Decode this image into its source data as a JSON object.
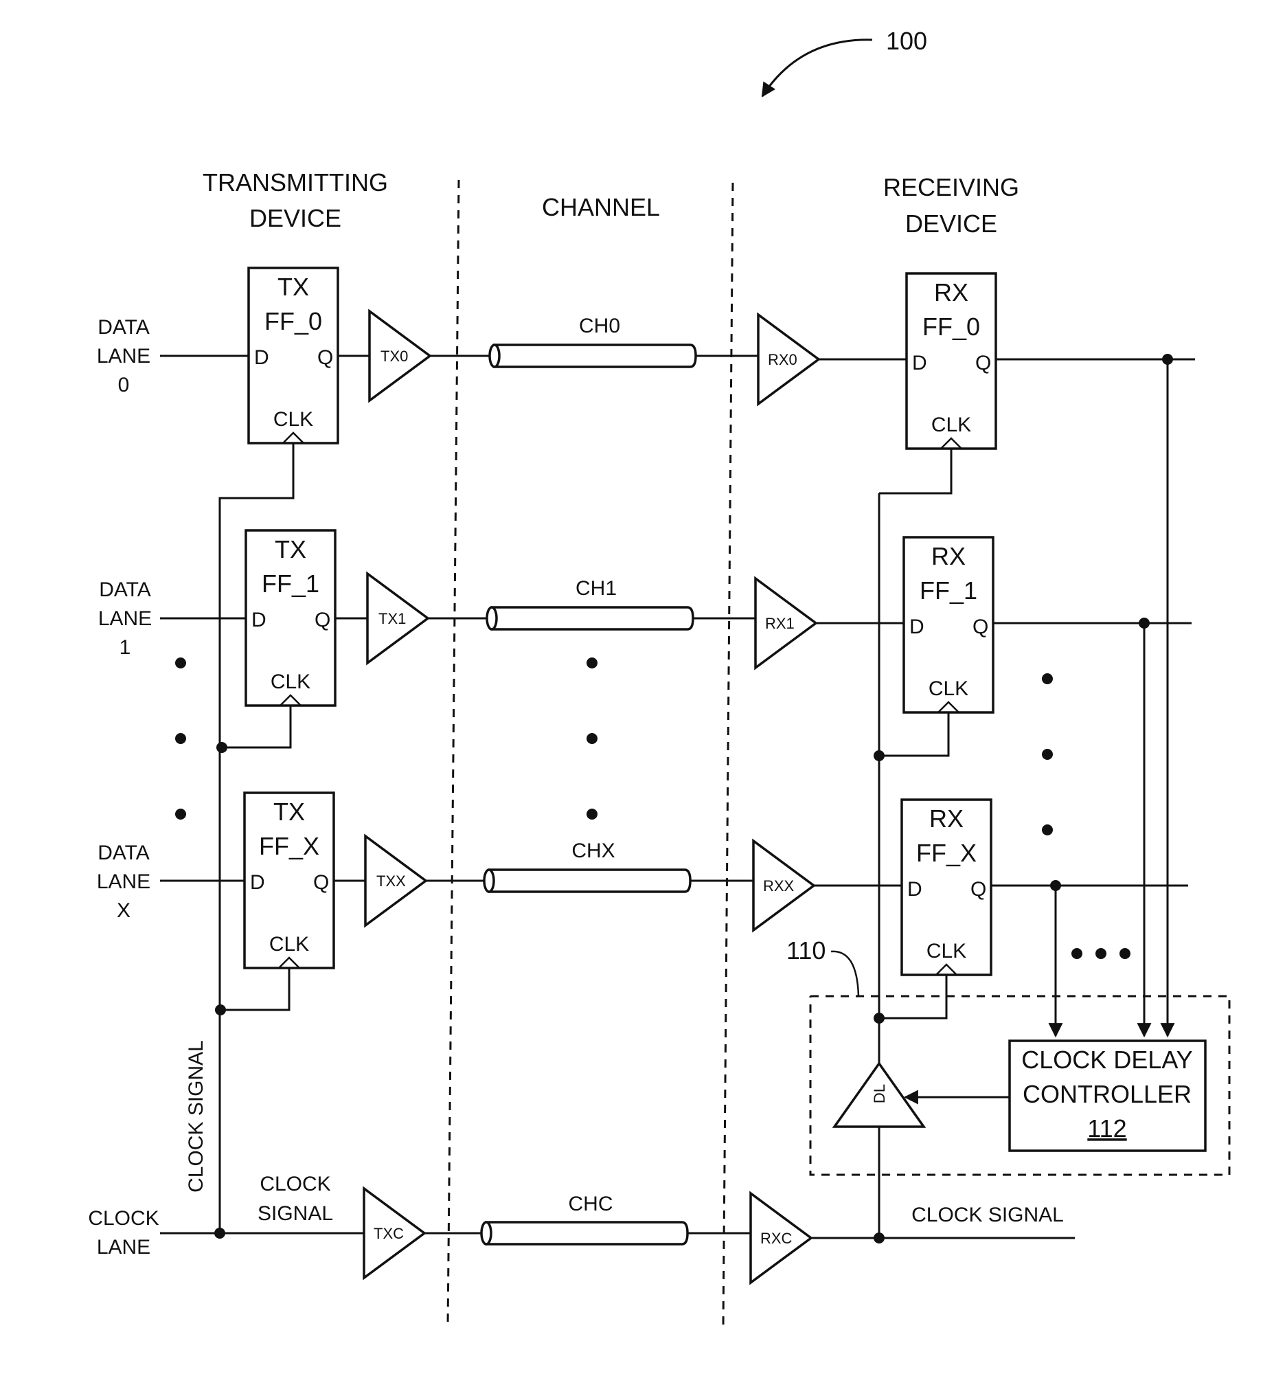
{
  "figure": {
    "ref_number": "100",
    "sections": {
      "transmitting": [
        "TRANSMITTING",
        "DEVICE"
      ],
      "channel": "CHANNEL",
      "receiving": [
        "RECEIVING",
        "DEVICE"
      ]
    },
    "inputs": {
      "lane0": [
        "DATA",
        "LANE",
        "0"
      ],
      "lane1": [
        "DATA",
        "LANE",
        "1"
      ],
      "laneX": [
        "DATA",
        "LANE",
        "X"
      ],
      "clock": [
        "CLOCK",
        "LANE"
      ]
    },
    "tx_flipflops": [
      {
        "l1": "TX",
        "l2": "FF_0",
        "d": "D",
        "q": "Q",
        "clk": "CLK"
      },
      {
        "l1": "TX",
        "l2": "FF_1",
        "d": "D",
        "q": "Q",
        "clk": "CLK"
      },
      {
        "l1": "TX",
        "l2": "FF_X",
        "d": "D",
        "q": "Q",
        "clk": "CLK"
      }
    ],
    "tx_buffers": [
      "TX0",
      "TX1",
      "TXX",
      "TXC"
    ],
    "channels": [
      "CH0",
      "CH1",
      "CHX",
      "CHC"
    ],
    "rx_buffers": [
      "RX0",
      "RX1",
      "RXX",
      "RXC"
    ],
    "rx_flipflops": [
      {
        "l1": "RX",
        "l2": "FF_0",
        "d": "D",
        "q": "Q",
        "clk": "CLK"
      },
      {
        "l1": "RX",
        "l2": "FF_1",
        "d": "D",
        "q": "Q",
        "clk": "CLK"
      },
      {
        "l1": "RX",
        "l2": "FF_X",
        "d": "D",
        "q": "Q",
        "clk": "CLK"
      }
    ],
    "clock_signal_vertical": "CLOCK SIGNAL",
    "clock_signal_tx": [
      "CLOCK",
      "SIGNAL"
    ],
    "clock_signal_rx": "CLOCK SIGNAL",
    "delay_line": "DL",
    "delay_block_ref": "110",
    "controller": {
      "l1": "CLOCK DELAY",
      "l2": "CONTROLLER",
      "ref": "112"
    }
  }
}
